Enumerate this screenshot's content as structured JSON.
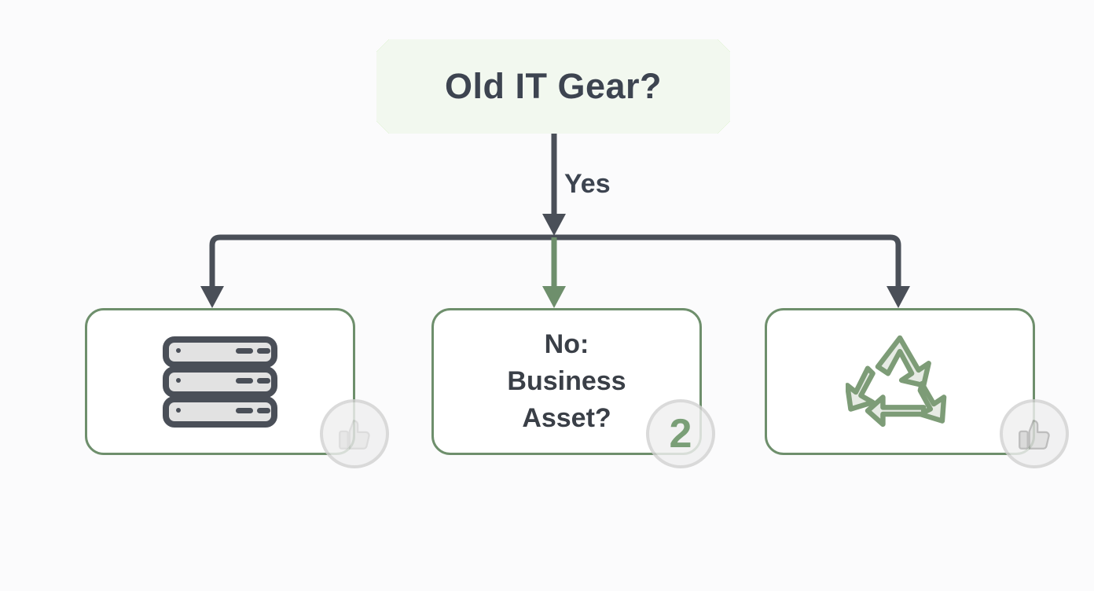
{
  "diagram": {
    "title": "Old IT Gear decision flow",
    "background_color": "#fbfbfc"
  },
  "root": {
    "label": "Old IT Gear?",
    "border_color": "#7ed63f",
    "fill_color": "#f2f8ef",
    "text_color": "#3d4450",
    "shape": "beveled-rectangle"
  },
  "edges": {
    "trunk_label": "Yes",
    "trunk_color": "#4a4f58",
    "branch_color": "#6e8f6c"
  },
  "nodes": [
    {
      "id": "server-node",
      "position": "left",
      "label": "",
      "icon": "server-rack-icon",
      "border_color": "#6e8f6c",
      "fill_color": "#ffffff",
      "badge": {
        "type": "icon",
        "icon": "thumbs-up-icon",
        "value": "",
        "circle_fill": "#f0f0f0",
        "circle_border": "#d2d2d2"
      }
    },
    {
      "id": "business-asset-node",
      "position": "middle",
      "label": "No:\nBusiness\nAsset?",
      "icon": "",
      "border_color": "#6e8f6c",
      "fill_color": "#ffffff",
      "badge": {
        "type": "number",
        "icon": "",
        "value": "2",
        "circle_fill": "#f0f0f0",
        "circle_border": "#d2d2d2",
        "number_color": "#5e8a5a"
      }
    },
    {
      "id": "recycle-node",
      "position": "right",
      "label": "",
      "icon": "recycle-icon",
      "border_color": "#6e8f6c",
      "fill_color": "#ffffff",
      "badge": {
        "type": "icon",
        "icon": "thumbs-up-icon",
        "value": "",
        "circle_fill": "#f0f0f0",
        "circle_border": "#d2d2d2"
      }
    }
  ]
}
